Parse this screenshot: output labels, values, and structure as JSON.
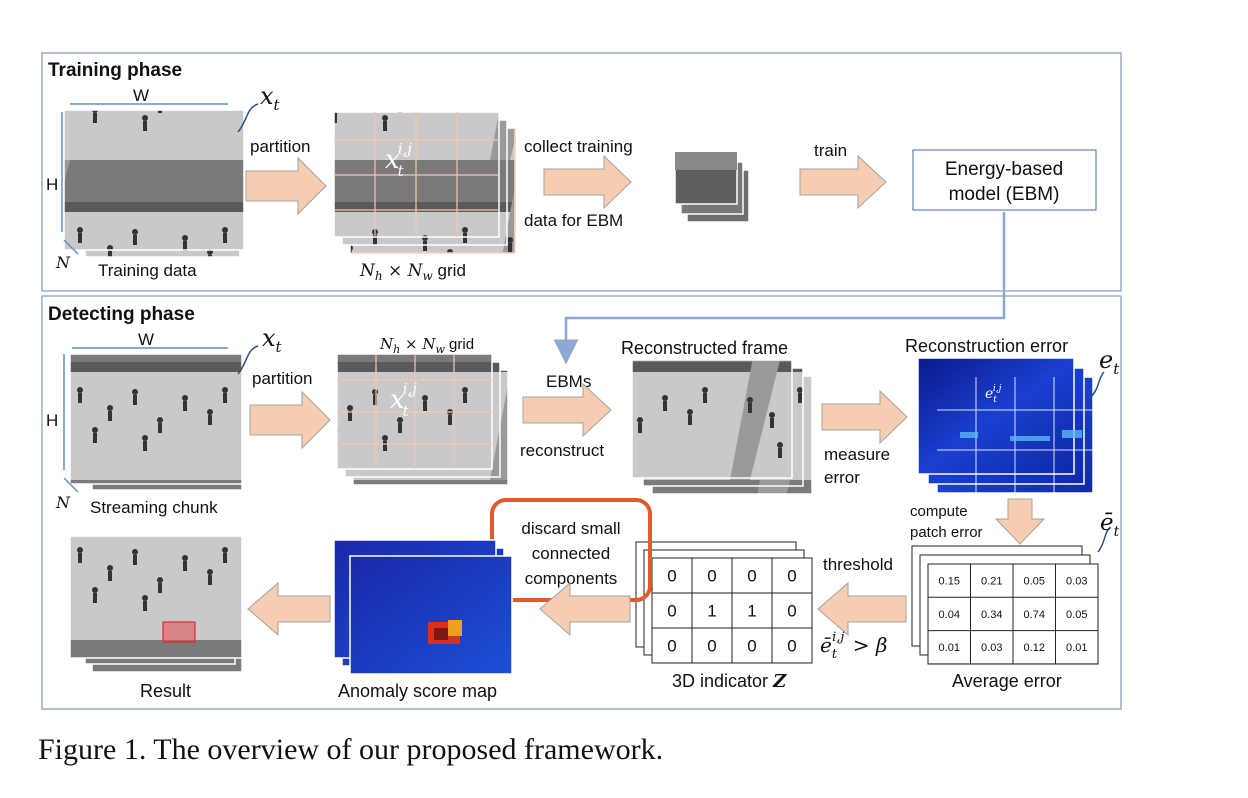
{
  "training": {
    "title": "Training phase",
    "width_label": "W",
    "height_label": "H",
    "depth_label": "N",
    "frame_label": "x",
    "frame_sub": "t",
    "data_label": "Training data",
    "partition_label": "partition",
    "patch_label": "x",
    "patch_sub": "t",
    "patch_sup": "i,j",
    "grid_label_a": "N",
    "grid_label_h": "h",
    "grid_label_x": " × ",
    "grid_label_b": "N",
    "grid_label_w": "w",
    "grid_label_tail": " grid",
    "collect_label_1": "collect training",
    "collect_label_2": "data for EBM",
    "train_label": "train",
    "ebm_label_1": "Energy-based",
    "ebm_label_2": "model (EBM)"
  },
  "detecting": {
    "title": "Detecting phase",
    "width_label": "W",
    "height_label": "H",
    "depth_label": "N",
    "frame_label": "x",
    "frame_sub": "t",
    "chunk_label": "Streaming chunk",
    "partition_label": "partition",
    "grid_label_a": "N",
    "grid_label_h": "h",
    "grid_label_x": " × ",
    "grid_label_b": "N",
    "grid_label_w": "w",
    "grid_label_tail": " grid",
    "patch_label": "x",
    "patch_sub": "t",
    "patch_sup": "i,j",
    "ebms_label": "EBMs",
    "reconstruct_label": "reconstruct",
    "recon_frame_label": "Reconstructed frame",
    "recon_error_label": "Reconstruction error",
    "error_label": "e",
    "error_sub": "t",
    "error_patch_label": "e",
    "error_patch_sub": "t",
    "error_patch_sup": "i,j",
    "measure_label_1": "measure",
    "measure_label_2": "error",
    "compute_label_1": "compute",
    "compute_label_2": "patch error",
    "avg_error_symbol": "ē",
    "avg_error_sub": "t",
    "avg_error_title": "Average error",
    "avg_error_values": [
      [
        "0.15",
        "0.21",
        "0.05",
        "0.03"
      ],
      [
        "0.04",
        "0.34",
        "0.74",
        "0.05"
      ],
      [
        "0.01",
        "0.03",
        "0.12",
        "0.01"
      ]
    ],
    "threshold_label": "threshold",
    "threshold_cond_symbol": "ē",
    "threshold_cond_sub": "t",
    "threshold_cond_sup": "i,j",
    "threshold_cond_tail": " > β",
    "indicator_values": [
      [
        "0",
        "0",
        "0",
        "0"
      ],
      [
        "0",
        "1",
        "1",
        "0"
      ],
      [
        "0",
        "0",
        "0",
        "0"
      ]
    ],
    "indicator_label": "3D indicator ",
    "indicator_symbol": "Z",
    "discard_label_1": "discard small",
    "discard_label_2": "connected",
    "discard_label_3": "components",
    "anomaly_label": "Anomaly score map",
    "result_label": "Result"
  },
  "caption": "Figure 1.  The overview of our proposed framework.",
  "colors": {
    "panel_border": "#7f98b8",
    "arrow_fill": "#f6cdb0",
    "arrow_stroke": "#a3a3a3",
    "ebm_border": "#5f82b5",
    "connector": "#8ea8d4",
    "highlight": "#e25b2a",
    "heat_blue": "#1d2fb0",
    "grid_line": "#f3c8b4"
  }
}
